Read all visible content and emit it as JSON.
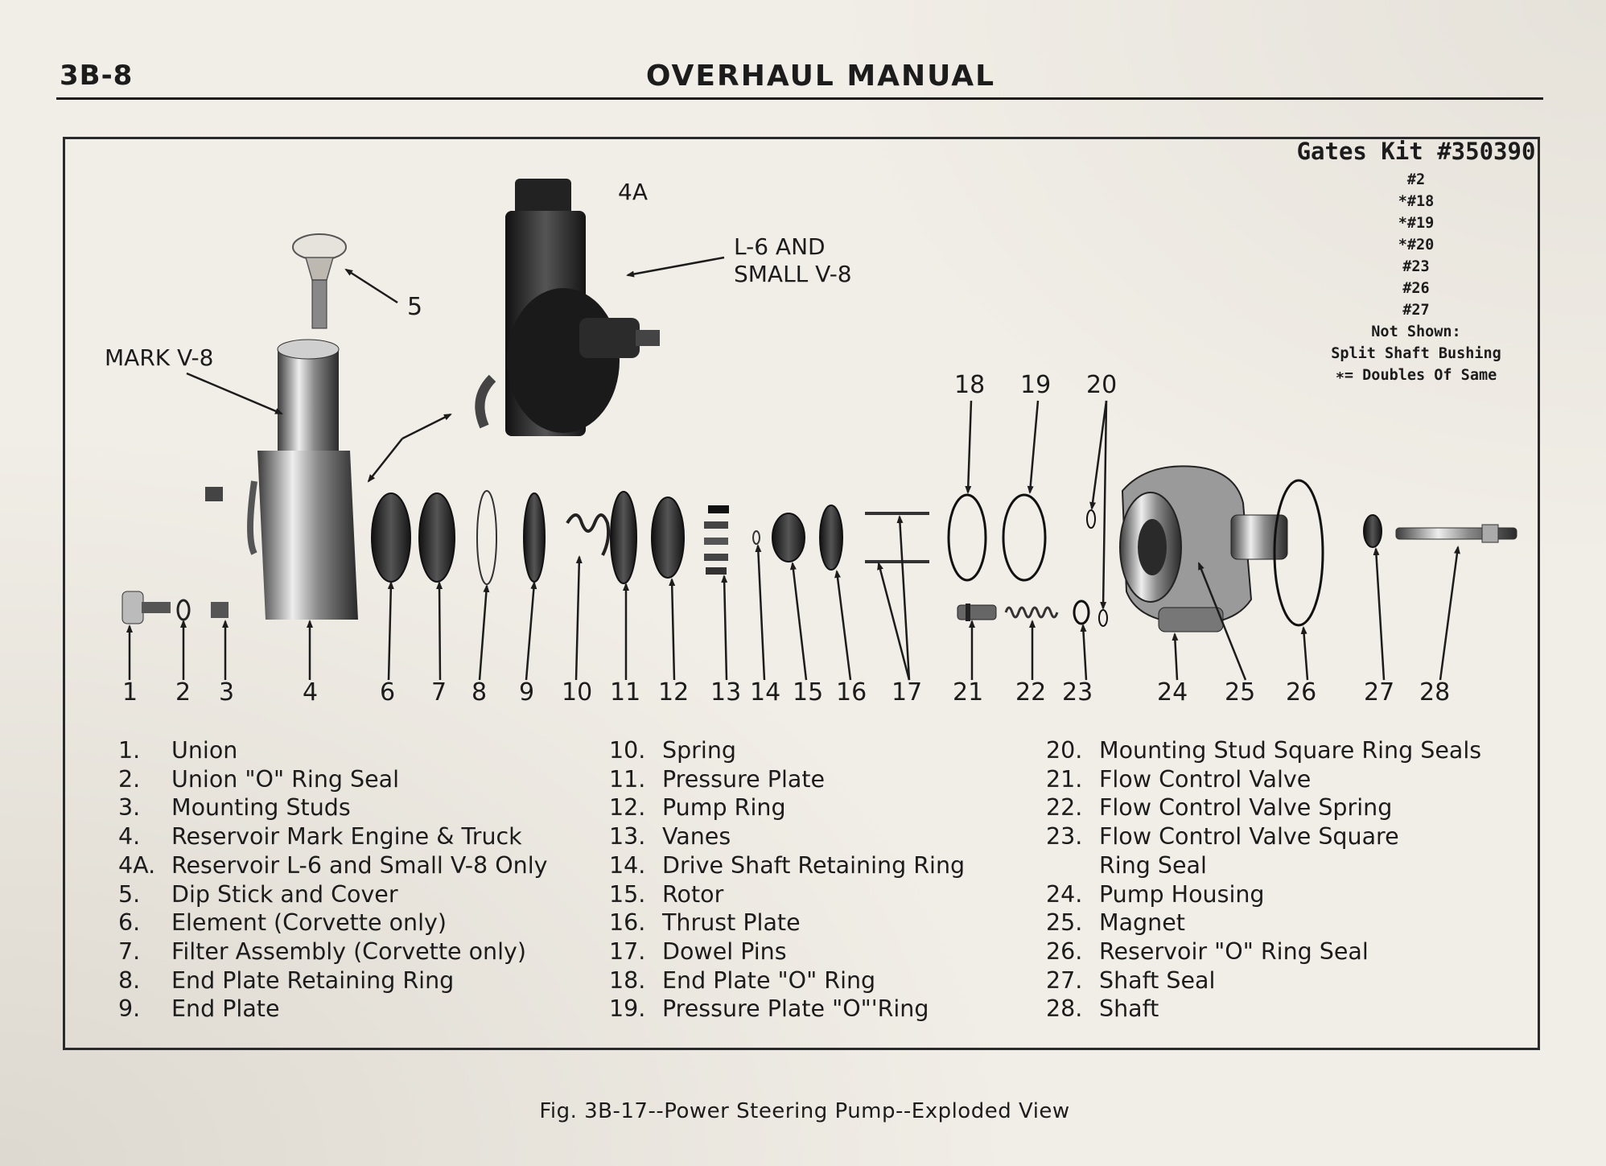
{
  "header": {
    "page_number": "3B-8",
    "title": "OVERHAUL MANUAL"
  },
  "kit_note": {
    "title": "Gates Kit #350390",
    "lines": [
      "#2",
      "*#18",
      "*#19",
      "*#20",
      "#23",
      "#26",
      "#27",
      "Not Shown:",
      "Split Shaft Bushing",
      "∗= Doubles Of Same"
    ]
  },
  "callouts": {
    "reservoir_4a": "4A",
    "l6_line1": "L-6 AND",
    "l6_line2": "SMALL V-8",
    "mark_v8": "MARK V-8",
    "dipstick": "5"
  },
  "part_numbers": [
    "1",
    "2",
    "3",
    "4",
    "6",
    "7",
    "8",
    "9",
    "10",
    "11",
    "12",
    "13",
    "14",
    "15",
    "16",
    "17",
    "18",
    "19",
    "20",
    "21",
    "22",
    "23",
    "24",
    "25",
    "26",
    "27",
    "28"
  ],
  "legend": {
    "col1": [
      {
        "n": "1.",
        "label": "Union"
      },
      {
        "n": "2.",
        "label": "Union \"O\" Ring Seal"
      },
      {
        "n": "3.",
        "label": "Mounting Studs"
      },
      {
        "n": "4.",
        "label": "Reservoir Mark Engine & Truck"
      },
      {
        "n": "4A.",
        "label": "Reservoir L-6 and Small V-8 Only"
      },
      {
        "n": "5.",
        "label": "Dip Stick and Cover"
      },
      {
        "n": "6.",
        "label": "Element (Corvette only)"
      },
      {
        "n": "7.",
        "label": "Filter Assembly (Corvette only)"
      },
      {
        "n": "8.",
        "label": "End Plate Retaining Ring"
      },
      {
        "n": "9.",
        "label": "End Plate"
      }
    ],
    "col2": [
      {
        "n": "10.",
        "label": "Spring"
      },
      {
        "n": "11.",
        "label": "Pressure Plate"
      },
      {
        "n": "12.",
        "label": "Pump Ring"
      },
      {
        "n": "13.",
        "label": "Vanes"
      },
      {
        "n": "14.",
        "label": "Drive Shaft Retaining Ring"
      },
      {
        "n": "15.",
        "label": "Rotor"
      },
      {
        "n": "16.",
        "label": "Thrust Plate"
      },
      {
        "n": "17.",
        "label": "Dowel Pins"
      },
      {
        "n": "18.",
        "label": "End Plate \"O\" Ring"
      },
      {
        "n": "19.",
        "label": "Pressure Plate \"O\"'Ring"
      }
    ],
    "col3": [
      {
        "n": "20.",
        "label": "Mounting Stud Square Ring Seals"
      },
      {
        "n": "21.",
        "label": "Flow Control Valve"
      },
      {
        "n": "22.",
        "label": "Flow Control Valve Spring"
      },
      {
        "n": "23.",
        "label": "Flow Control Valve Square"
      },
      {
        "n": "",
        "label": "Ring Seal"
      },
      {
        "n": "24.",
        "label": "Pump Housing"
      },
      {
        "n": "25.",
        "label": "Magnet"
      },
      {
        "n": "26.",
        "label": "Reservoir \"O\" Ring Seal"
      },
      {
        "n": "27.",
        "label": "Shaft Seal"
      },
      {
        "n": "28.",
        "label": "Shaft"
      }
    ]
  },
  "caption": "Fig. 3B-17--Power Steering Pump--Exploded View"
}
